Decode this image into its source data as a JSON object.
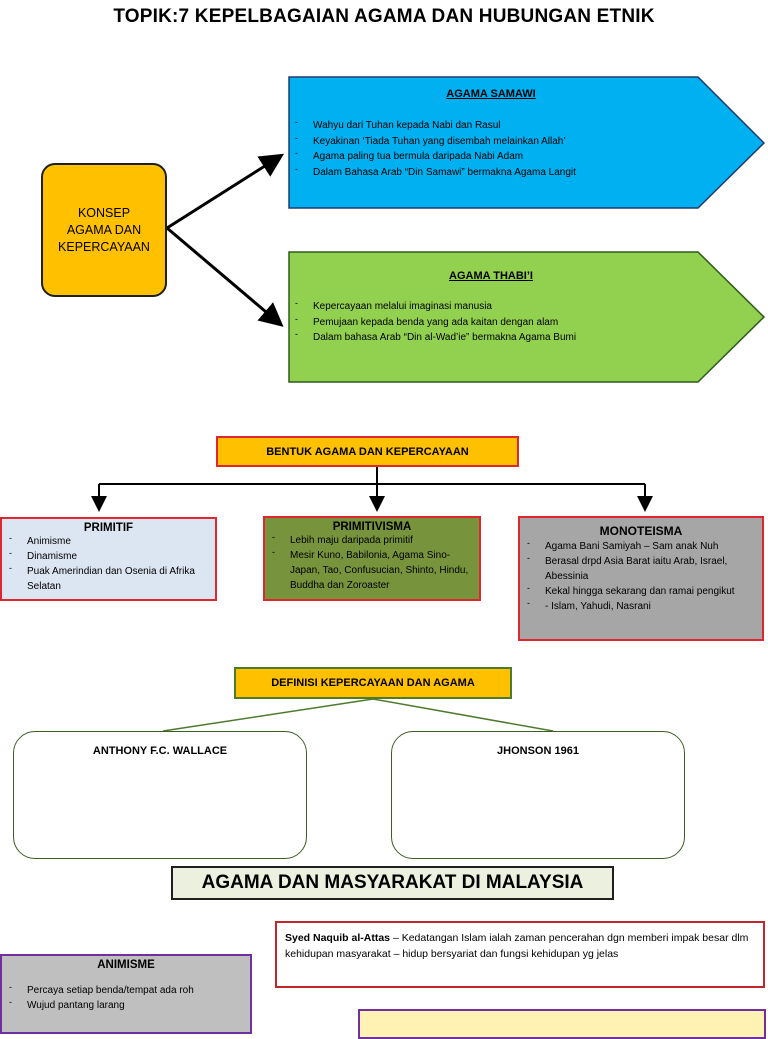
{
  "page": {
    "title": "TOPIK:7 KEPELBAGAIAN AGAMA DAN HUBUNGAN ETNIK"
  },
  "concept": {
    "line1": "KONSEP",
    "line2": "AGAMA DAN",
    "line3": "KEPERCAYAAN"
  },
  "samawi": {
    "heading": "AGAMA SAMAWI",
    "items": [
      "Wahyu dari Tuhan kepada Nabi dan Rasul",
      "Keyakinan ‘Tiada Tuhan yang disembah melainkan Allah’",
      "Agama paling tua bermula daripada Nabi Adam",
      "Dalam Bahasa Arab “Din Samawi” bermakna Agama Langit"
    ],
    "color": "#00B0F0"
  },
  "thabii": {
    "heading": "AGAMA THABI’I",
    "items": [
      "Kepercayaan melalui imaginasi manusia",
      "Pemujaan kepada benda yang ada kaitan dengan alam",
      "Dalam bahasa Arab “Din al-Wad’ie” bermakna Agama Bumi"
    ],
    "color": "#92D050"
  },
  "bentuk": {
    "heading": "BENTUK AGAMA DAN KEPERCAYAAN",
    "primitif": {
      "title": "PRIMITIF",
      "items": [
        "Animisme",
        "Dinamisme",
        "Puak Amerindian dan Osenia di Afrika Selatan"
      ]
    },
    "primitivisma": {
      "title": "PRIMITIVISMA",
      "items": [
        "Lebih maju daripada primitif",
        "Mesir Kuno, Babilonia, Agama Sino-Japan, Tao, Confusucian, Shinto, Hindu, Buddha dan Zoroaster"
      ]
    },
    "monoteisma": {
      "title": "MONOTEISMA",
      "items": [
        "Agama Bani Samiyah – Sam anak Nuh",
        "Berasal drpd Asia Barat iaitu Arab, Israel, Abessinia",
        "Kekal hingga sekarang dan ramai pengikut",
        "- Islam, Yahudi, Nasrani"
      ]
    }
  },
  "definisi": {
    "heading": "DEFINISI KEPERCAYAAN DAN AGAMA",
    "left": "ANTHONY F.C. WALLACE",
    "right": "JHONSON 1961"
  },
  "malaysia": {
    "heading": "AGAMA DAN MASYARAKAT DI MALAYSIA"
  },
  "naquib": {
    "name": "Syed Naquib al-Attas",
    "text": " – Kedatangan Islam ialah zaman pencerahan dgn memberi impak besar dlm kehidupan masyarakat – hidup bersyariat dan fungsi kehidupan yg jelas"
  },
  "animisme": {
    "title": "ANIMISME",
    "items": [
      "Percaya setiap benda/tempat ada roh",
      "Wujud pantang larang"
    ]
  }
}
